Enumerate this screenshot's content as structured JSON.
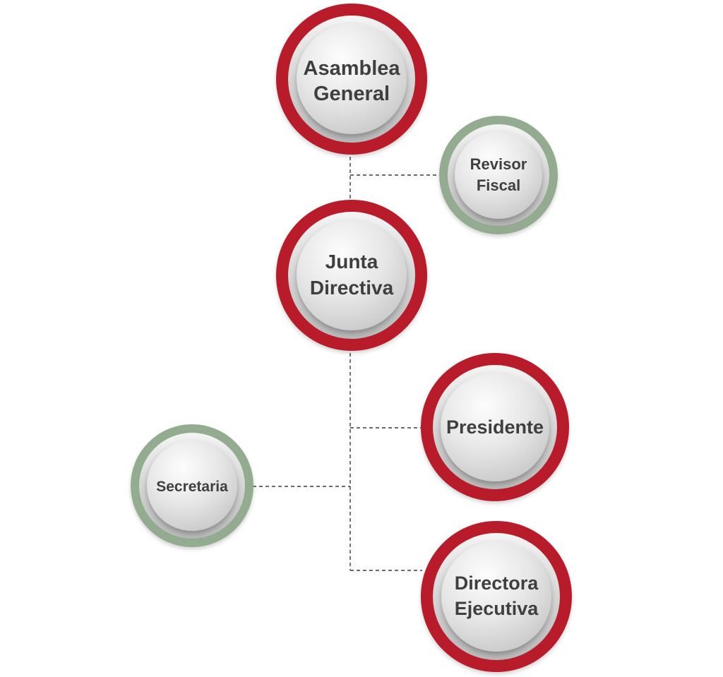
{
  "colors": {
    "primary_ring": "#b81c2a",
    "secondary_ring": "#93ab8f",
    "inner_light": "#fbfbfb",
    "inner_dark": "#cfcfcf",
    "text": "#3f3f3f"
  },
  "nodes": {
    "asamblea_general": {
      "line1": "Asamblea",
      "line2": "General"
    },
    "revisor_fiscal": {
      "line1": "Revisor",
      "line2": "Fiscal"
    },
    "junta_directiva": {
      "line1": "Junta",
      "line2": "Directiva"
    },
    "presidente": {
      "line1": "Presidente"
    },
    "secretaria": {
      "line1": "Secretaria"
    },
    "directora_ejecutiva": {
      "line1": "Directora",
      "line2": "Ejecutiva"
    }
  }
}
